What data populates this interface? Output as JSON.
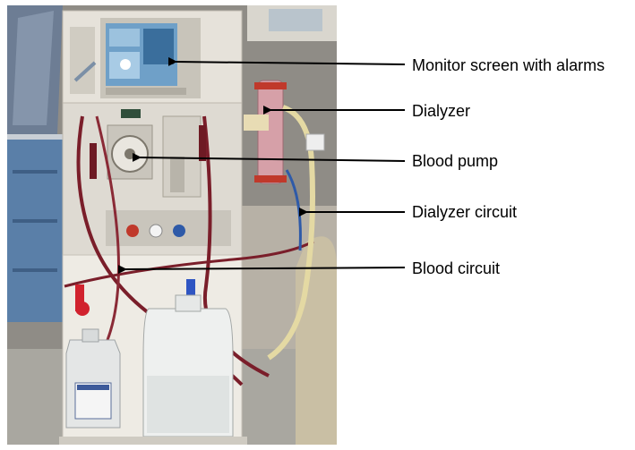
{
  "figure": {
    "labels": [
      {
        "id": "monitor",
        "text": "Monitor screen with alarms"
      },
      {
        "id": "dialyzer",
        "text": "Dialyzer"
      },
      {
        "id": "blood-pump",
        "text": "Blood pump"
      },
      {
        "id": "dialyzer-circuit",
        "text": "Dialyzer circuit"
      },
      {
        "id": "blood-circuit",
        "text": "Blood circuit"
      }
    ]
  },
  "colors": {
    "label_text": "#000000",
    "arrow": "#000000",
    "machine_panel": "#e6e2da",
    "screen": "#6fa0c8",
    "blood_tubing": "#7a1e2a",
    "dialyzer": "#d6a0a8",
    "background": "#ffffff"
  }
}
